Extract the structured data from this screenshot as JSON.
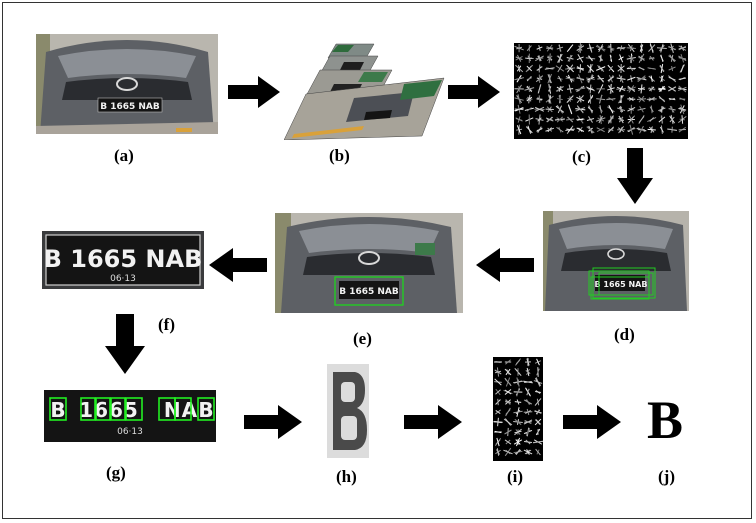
{
  "labels": {
    "a": "(a)",
    "b": "(b)",
    "c": "(c)",
    "d": "(d)",
    "e": "(e)",
    "f": "(f)",
    "g": "(g)",
    "h": "(h)",
    "i": "(i)",
    "j": "(j)"
  },
  "plate": {
    "text": "B 1665 NAB",
    "date": "06·13",
    "letter_b": "B",
    "digits": "1665",
    "letters_na": "NA",
    "letter_last": "B"
  },
  "result_character": "B",
  "colors": {
    "arrow": "#000000",
    "detection_box": "#22cc22",
    "plate_bg": "#141414",
    "car_body": "#6b6e73"
  },
  "icons": {
    "arrow-right": "arrow-right-icon",
    "arrow-left": "arrow-left-icon",
    "arrow-down": "arrow-down-icon"
  }
}
